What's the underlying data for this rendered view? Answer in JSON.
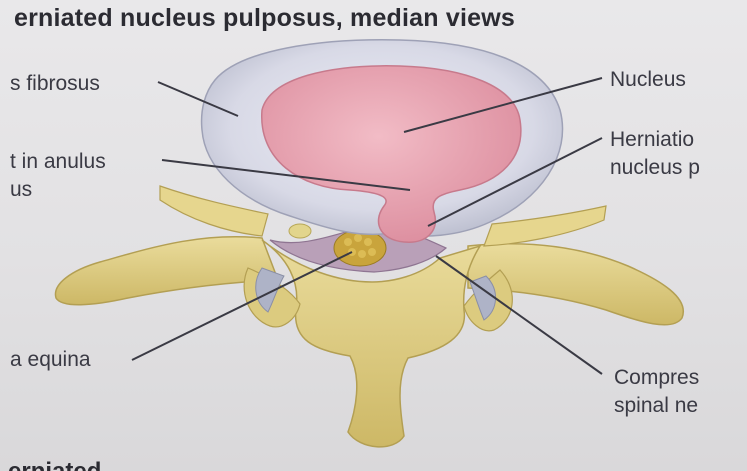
{
  "header": {
    "title": "erniated nucleus pulposus, median views"
  },
  "labels": {
    "anulus_fibrosus": "s fibrosus",
    "defect_line1": "t in anulus",
    "defect_line2": "us",
    "cauda_equina": "a equina",
    "nucleus": "Nucleus",
    "herniation_line1": "Herniatio",
    "herniation_line2": "nucleus p",
    "compressed_line1": "Compres",
    "compressed_line2": "spinal ne"
  },
  "footer": {
    "cut_text": "erniated"
  },
  "colors": {
    "background": "#e4e3e5",
    "anulus": "#d8d9e4",
    "nucleus": "#e8a6b2",
    "bone": "#e0cf88",
    "cauda_equina": "#c9a43c",
    "nerve": "#aeb3c7",
    "leader_line": "#3a3a44"
  }
}
